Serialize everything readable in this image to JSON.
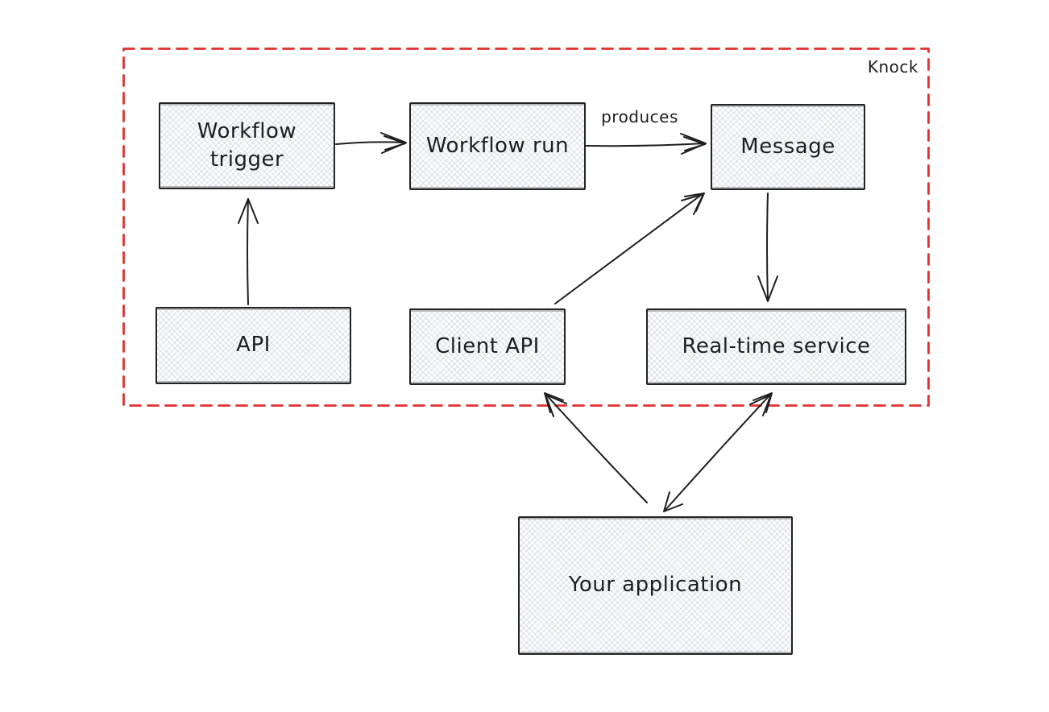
{
  "diagram": {
    "boundary": {
      "label": "Knock",
      "color": "#e03131"
    },
    "nodes": [
      {
        "id": "workflow-trigger",
        "label": "Workflow trigger"
      },
      {
        "id": "workflow-run",
        "label": "Workflow run"
      },
      {
        "id": "message",
        "label": "Message"
      },
      {
        "id": "api",
        "label": "API"
      },
      {
        "id": "client-api",
        "label": "Client API"
      },
      {
        "id": "realtime-service",
        "label": "Real-time service"
      },
      {
        "id": "your-application",
        "label": "Your application"
      }
    ],
    "edges": [
      {
        "from": "Workflow trigger",
        "to": "Workflow run",
        "label": "",
        "arrow": "one-way"
      },
      {
        "from": "Workflow run",
        "to": "Message",
        "label": "produces",
        "arrow": "one-way"
      },
      {
        "from": "API",
        "to": "Workflow trigger",
        "label": "",
        "arrow": "one-way"
      },
      {
        "from": "Client API",
        "to": "Message",
        "label": "",
        "arrow": "one-way"
      },
      {
        "from": "Message",
        "to": "Real-time service",
        "label": "",
        "arrow": "one-way"
      },
      {
        "from": "Your application",
        "to": "Client API",
        "label": "",
        "arrow": "one-way"
      },
      {
        "from": "Real-time service",
        "to": "Your application",
        "label": "",
        "arrow": "two-way"
      }
    ],
    "colors": {
      "stroke": "#1e1e1e",
      "boundary": "#e03131",
      "node_fill": "#f6f7f9",
      "background": "#ffffff"
    }
  }
}
